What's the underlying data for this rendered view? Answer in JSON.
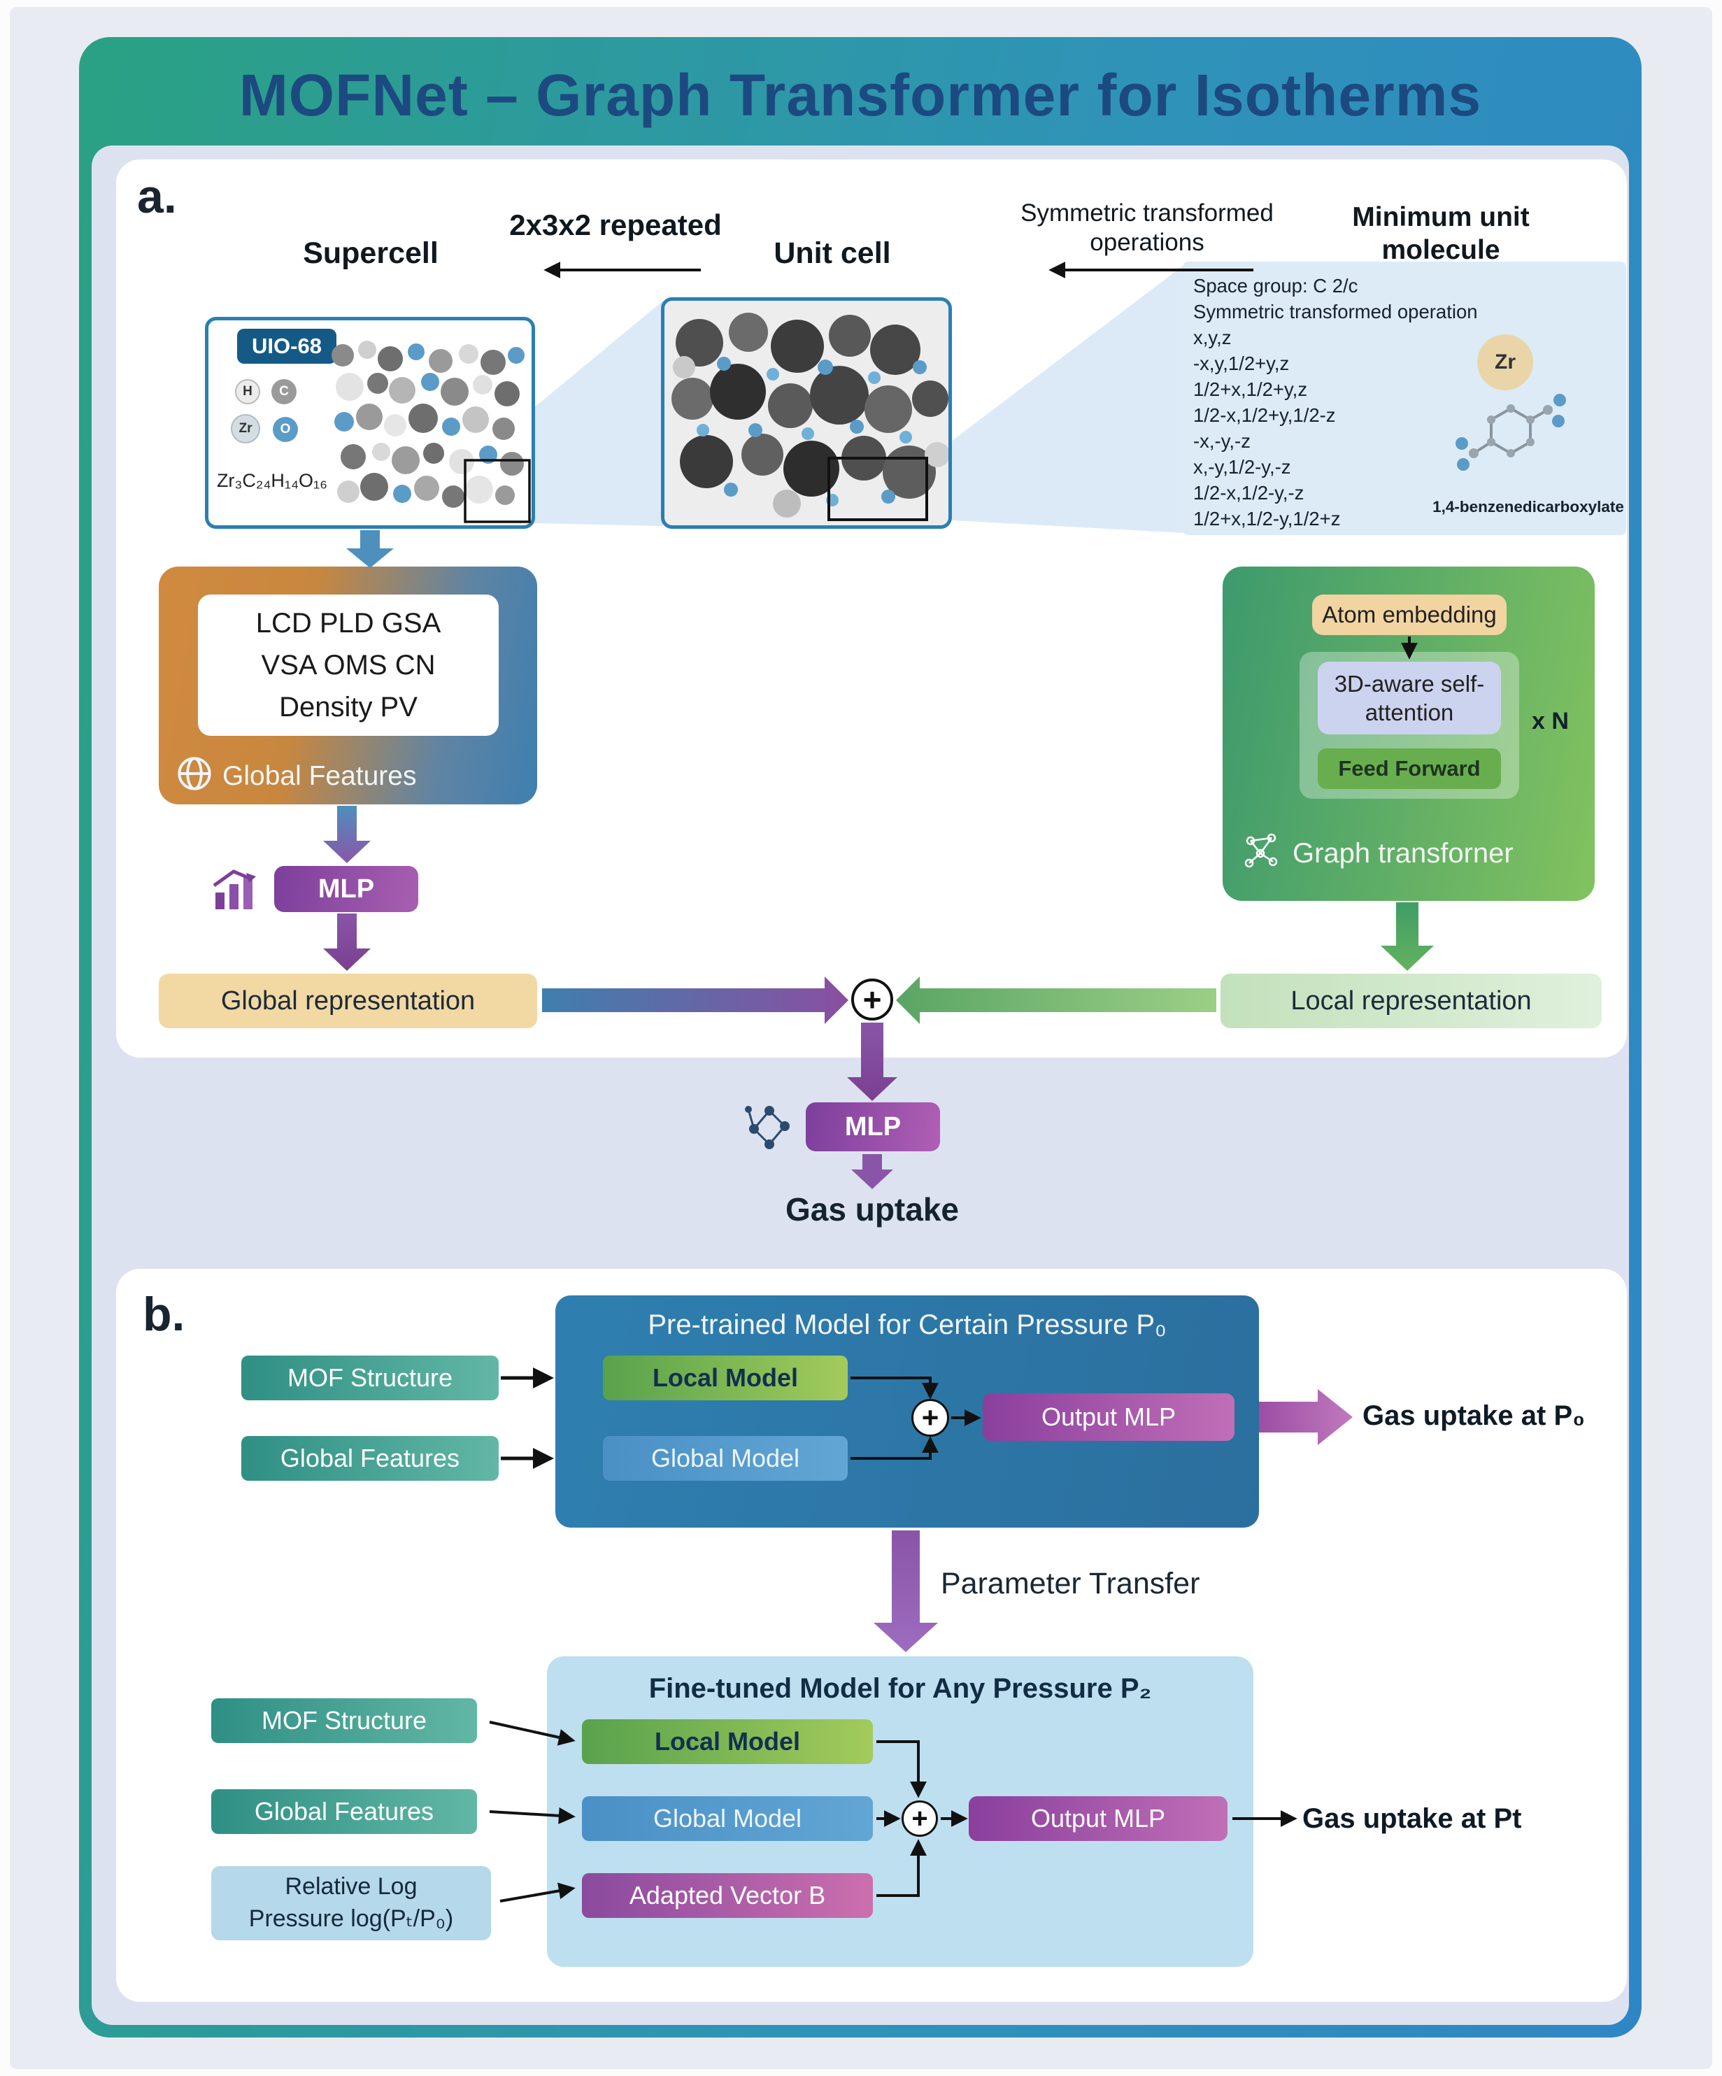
{
  "title": "MOFNet – Graph Transformer for Isotherms",
  "colors": {
    "frame_gradient_left": "#2aa183",
    "frame_gradient_right": "#2f86c4",
    "title_text": "#1c4a80",
    "global_branch_orange": "#cf8a45",
    "local_branch_green": "#4f9d5f",
    "mlp_purple": "#8a55a8",
    "pretrained_blue": "#2e7fb0",
    "finetuned_light_blue": "#bedff0"
  },
  "panel_a": {
    "label": "a.",
    "headers": {
      "supercell": "Supercell",
      "repeated": "2x3x2 repeated",
      "unit_cell": "Unit cell",
      "symmetric_ops": "Symmetric transformed\noperations",
      "minimum_unit": "Minimum unit\nmolecule"
    },
    "supercell_box": {
      "badge": "UIO-68",
      "legend": [
        "H",
        "C",
        "Zr",
        "O"
      ],
      "formula": "Zr₃C₂₄H₁₄O₁₆"
    },
    "symmetry_panel": {
      "lines": "Space group: C 2/c\nSymmetric transformed operation\nx,y,z\n-x,y,1/2+y,z\n1/2+x,1/2+y,z\n1/2-x,1/2+y,1/2-z\n-x,-y,-z\nx,-y,1/2-y,-z\n1/2-x,1/2-y,-z\n1/2+x,1/2-y,1/2+z",
      "zr_atom": "Zr",
      "molecule_label": "1,4-benzenedicarboxylate"
    },
    "global_branch": {
      "features": "LCD PLD GSA\nVSA OMS CN\nDensity PV",
      "caption": "Global Features",
      "mlp": "MLP",
      "representation": "Global representation"
    },
    "local_branch": {
      "atom_embedding": "Atom embedding",
      "self_attention": "3D-aware self-\nattention",
      "feed_forward": "Feed Forward",
      "repeat": "x N",
      "caption": "Graph transforner",
      "representation": "Local representation"
    },
    "fusion": {
      "plus": "+",
      "mlp": "MLP",
      "output": "Gas uptake"
    }
  },
  "panel_b": {
    "label": "b.",
    "pretrained": {
      "title": "Pre-trained Model for Certain Pressure P₀",
      "local_model": "Local Model",
      "global_model": "Global Model",
      "plus": "+",
      "output_mlp": "Output MLP",
      "result": "Gas uptake at P₀"
    },
    "inputs_top": {
      "mof_structure": "MOF Structure",
      "global_features": "Global Features"
    },
    "parameter_transfer": "Parameter Transfer",
    "finetuned": {
      "title": "Fine-tuned Model for Any Pressure P₂",
      "local_model": "Local Model",
      "global_model": "Global Model",
      "adapted_vector": "Adapted Vector B",
      "plus": "+",
      "output_mlp": "Output MLP",
      "result": "Gas uptake at Pt"
    },
    "inputs_bottom": {
      "mof_structure": "MOF Structure",
      "global_features": "Global Features",
      "pressure": "Relative Log\nPressure log(Pₜ/P₀)"
    }
  }
}
